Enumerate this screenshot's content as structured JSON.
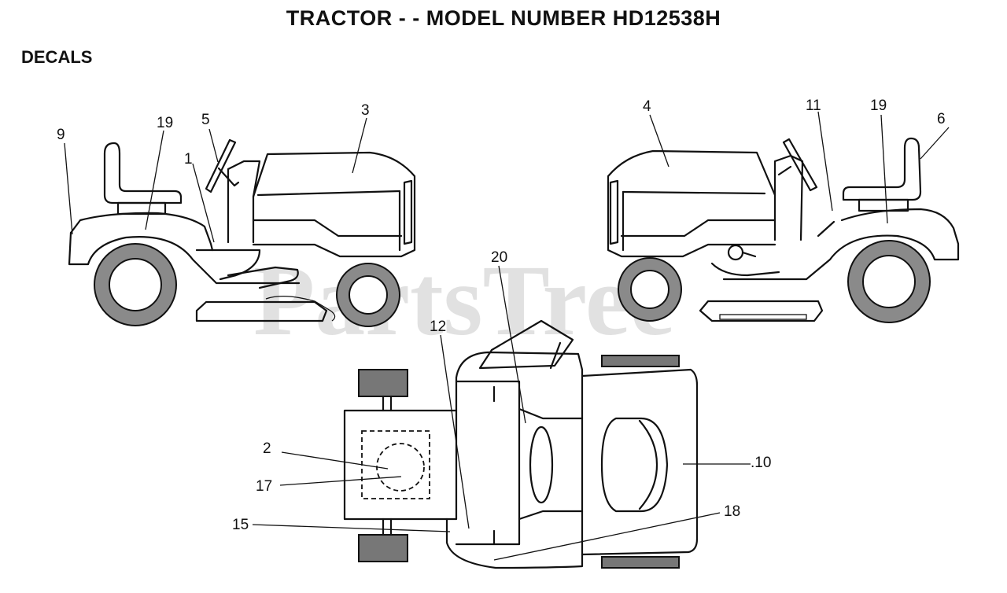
{
  "title": "TRACTOR - - MODEL NUMBER HD12538H",
  "section": "DECALS",
  "watermark": "PartsTree",
  "callouts": {
    "c1": "1",
    "c2": "2",
    "c3": "3",
    "c4": "4",
    "c5": "5",
    "c6": "6",
    "c9": "9",
    "c10": ".10",
    "c11": "11",
    "c12": "12",
    "c15": "15",
    "c17": "17",
    "c18": "18",
    "c19a": "19",
    "c19b": "19",
    "c20": "20"
  }
}
